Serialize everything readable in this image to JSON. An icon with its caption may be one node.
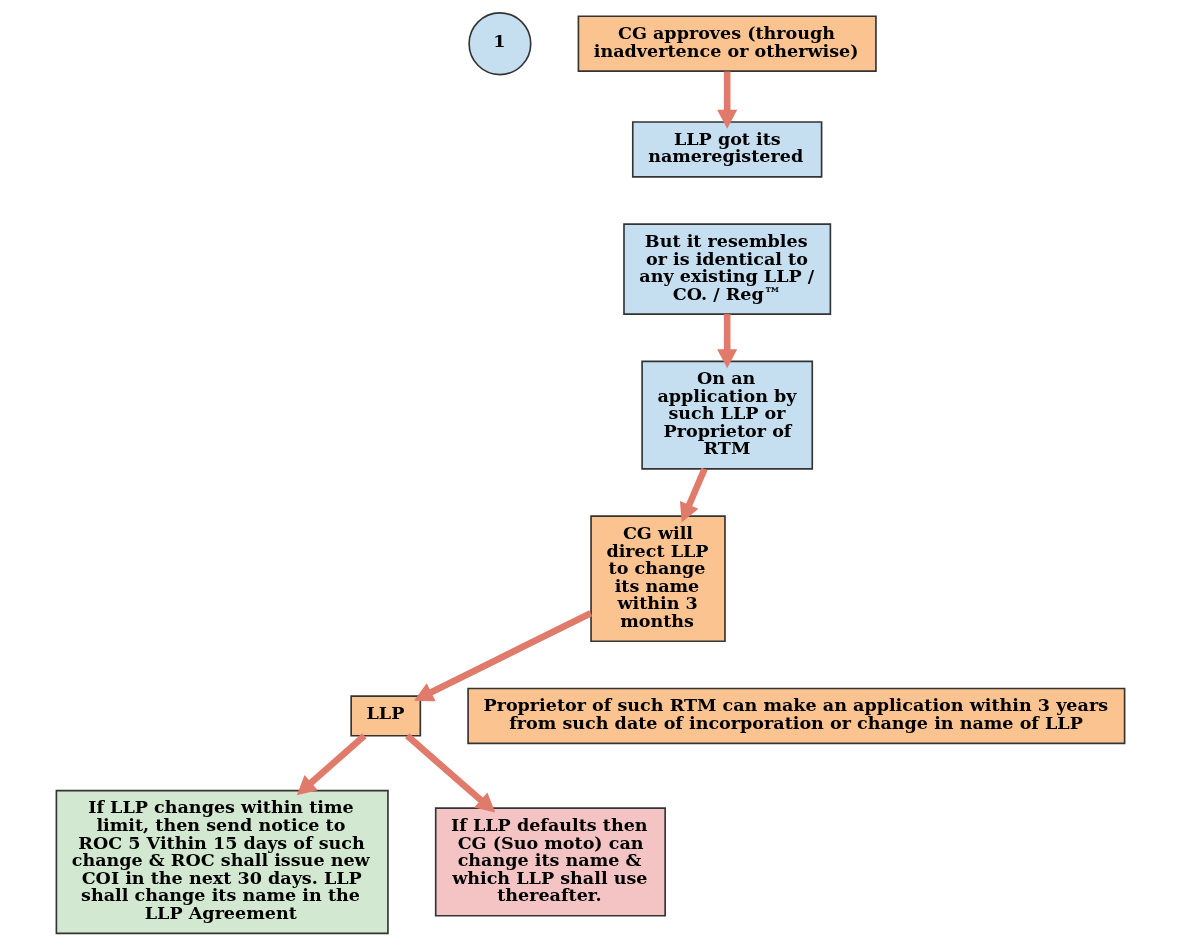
{
  "diagram": {
    "nodes": [
      {
        "text": [
          "1"
        ]
      },
      {
        "text": [
          "CG approves (through inadvertence or otherwise)"
        ]
      },
      {
        "text": [
          "LLP got its nameregistered"
        ]
      },
      {
        "text": [
          "But it resembles or is identical to any existing LLP / CO. / Reg™"
        ]
      },
      {
        "text": [
          "On an application by such LLP or Proprietor of RTM"
        ]
      },
      {
        "text": [
          "CG will direct LLP to change its name within 3 months"
        ]
      },
      {
        "text": [
          "LLP"
        ]
      },
      {
        "text": [
          "If LLP changes within time limit, then send notice to ROC 5 Vithin 15 days of such change & ROC shall issue new COI in the next 30 days. LLP shall change its name in the LLP Agreement"
        ]
      },
      {
        "text": [
          "If LLP defaults then CG (Suo moto) can change its name & which LLP shall use thereafter."
        ]
      },
      {
        "text": [
          "Proprietor of such RTM can make an application within 3 years from such date of incorporation or change in name of LLP"
        ]
      }
    ],
    "edges": [
      {
        "from": 1,
        "to": 2,
        "arrow": "to"
      },
      {
        "from": 3,
        "to": 4,
        "arrow": "to"
      },
      {
        "from": 4,
        "to": 5,
        "arrow": "to"
      },
      {
        "from": 5,
        "to": 6,
        "arrow": "to"
      },
      {
        "from": 6,
        "to": 7,
        "arrow": "to"
      },
      {
        "from": 6,
        "to": 8,
        "arrow": "to"
      }
    ]
  }
}
